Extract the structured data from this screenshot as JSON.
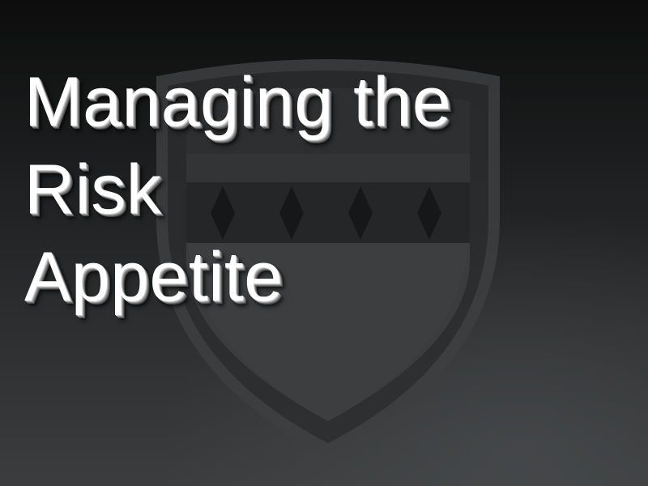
{
  "slide": {
    "title_lines": [
      "Managing the",
      "Risk",
      "Appetite"
    ]
  },
  "background": {
    "watermark_icon": "shield-crest-icon",
    "colors": {
      "top": "#0d0d0d",
      "bottom": "#3b3d3e",
      "title_text": "#ffffff"
    }
  }
}
